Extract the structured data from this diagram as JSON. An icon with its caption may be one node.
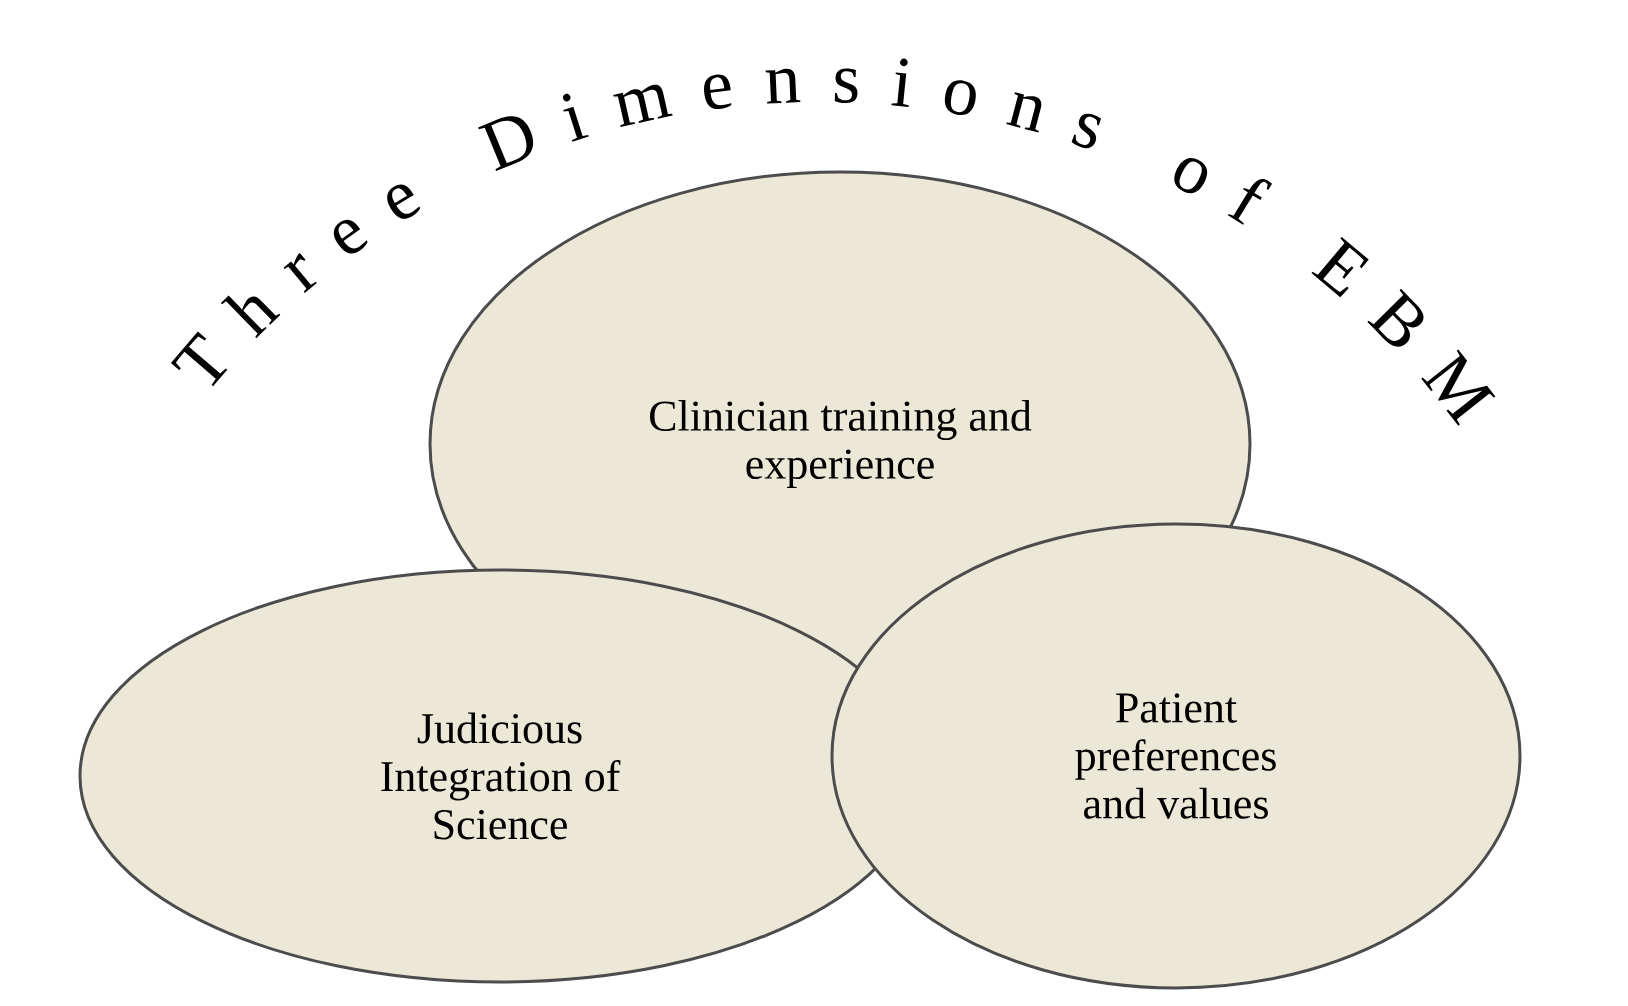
{
  "diagram": {
    "title": "Three Dimensions of EBM",
    "nodes": [
      {
        "text": [
          "Clinician training and experience"
        ]
      },
      {
        "text": [
          "Judicious Integration of Science"
        ]
      },
      {
        "text": [
          "Patient preferences and values"
        ]
      }
    ]
  }
}
